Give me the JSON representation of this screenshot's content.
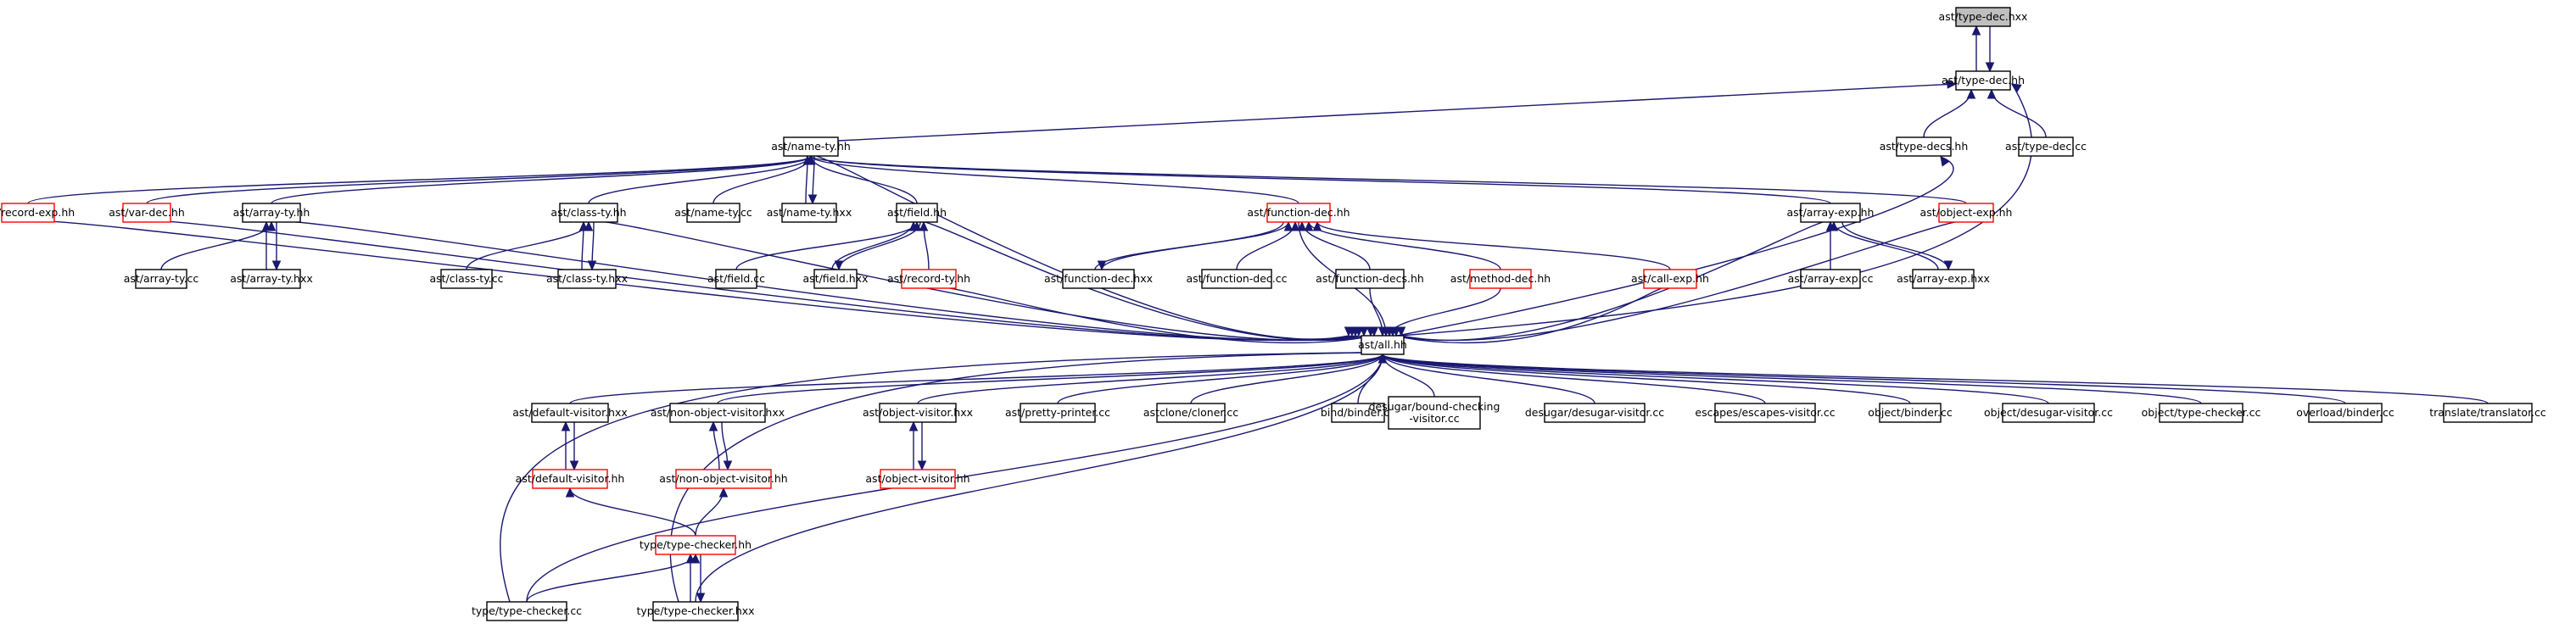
{
  "graph": {
    "colors": {
      "edge": "#191970",
      "current_fill": "#bfbfbf",
      "normal_border": "#000000",
      "incomplete_border": "#ff0000",
      "background": "#ffffff"
    },
    "nodes": [
      {
        "id": "type_dec_hxx",
        "label": [
          "ast/type-dec.hxx"
        ],
        "style": "current"
      },
      {
        "id": "type_dec_hh",
        "label": [
          "ast/type-dec.hh"
        ],
        "style": "plain"
      },
      {
        "id": "type_decs_hh",
        "label": [
          "ast/type-decs.hh"
        ],
        "style": "plain"
      },
      {
        "id": "type_dec_cc",
        "label": [
          "ast/type-dec.cc"
        ],
        "style": "plain"
      },
      {
        "id": "name_ty_hh",
        "label": [
          "ast/name-ty.hh"
        ],
        "style": "plain"
      },
      {
        "id": "record_exp_hh",
        "label": [
          "ast/record-exp.hh"
        ],
        "style": "red"
      },
      {
        "id": "var_dec_hh",
        "label": [
          "ast/var-dec.hh"
        ],
        "style": "red"
      },
      {
        "id": "array_ty_hh",
        "label": [
          "ast/array-ty.hh"
        ],
        "style": "plain"
      },
      {
        "id": "class_ty_hh",
        "label": [
          "ast/class-ty.hh"
        ],
        "style": "plain"
      },
      {
        "id": "name_ty_cc",
        "label": [
          "ast/name-ty.cc"
        ],
        "style": "plain"
      },
      {
        "id": "name_ty_hxx",
        "label": [
          "ast/name-ty.hxx"
        ],
        "style": "plain"
      },
      {
        "id": "field_hh",
        "label": [
          "ast/field.hh"
        ],
        "style": "plain"
      },
      {
        "id": "function_dec_hh",
        "label": [
          "ast/function-dec.hh"
        ],
        "style": "red"
      },
      {
        "id": "array_exp_hh",
        "label": [
          "ast/array-exp.hh"
        ],
        "style": "plain"
      },
      {
        "id": "object_exp_hh",
        "label": [
          "ast/object-exp.hh"
        ],
        "style": "red"
      },
      {
        "id": "array_ty_cc",
        "label": [
          "ast/array-ty.cc"
        ],
        "style": "plain"
      },
      {
        "id": "array_ty_hxx",
        "label": [
          "ast/array-ty.hxx"
        ],
        "style": "plain"
      },
      {
        "id": "class_ty_cc",
        "label": [
          "ast/class-ty.cc"
        ],
        "style": "plain"
      },
      {
        "id": "class_ty_hxx",
        "label": [
          "ast/class-ty.hxx"
        ],
        "style": "plain"
      },
      {
        "id": "field_cc",
        "label": [
          "ast/field.cc"
        ],
        "style": "plain"
      },
      {
        "id": "field_hxx",
        "label": [
          "ast/field.hxx"
        ],
        "style": "plain"
      },
      {
        "id": "record_ty_hh",
        "label": [
          "ast/record-ty.hh"
        ],
        "style": "red"
      },
      {
        "id": "function_dec_hxx",
        "label": [
          "ast/function-dec.hxx"
        ],
        "style": "plain"
      },
      {
        "id": "function_dec_cc",
        "label": [
          "ast/function-dec.cc"
        ],
        "style": "plain"
      },
      {
        "id": "function_decs_hh",
        "label": [
          "ast/function-decs.hh"
        ],
        "style": "plain"
      },
      {
        "id": "method_dec_hh",
        "label": [
          "ast/method-dec.hh"
        ],
        "style": "red"
      },
      {
        "id": "call_exp_hh",
        "label": [
          "ast/call-exp.hh"
        ],
        "style": "red"
      },
      {
        "id": "array_exp_cc",
        "label": [
          "ast/array-exp.cc"
        ],
        "style": "plain"
      },
      {
        "id": "array_exp_hxx",
        "label": [
          "ast/array-exp.hxx"
        ],
        "style": "plain"
      },
      {
        "id": "all_hh",
        "label": [
          "ast/all.hh"
        ],
        "style": "plain"
      },
      {
        "id": "default_visitor_hxx",
        "label": [
          "ast/default-visitor.hxx"
        ],
        "style": "plain"
      },
      {
        "id": "non_object_visitor_hxx",
        "label": [
          "ast/non-object-visitor.hxx"
        ],
        "style": "plain"
      },
      {
        "id": "object_visitor_hxx",
        "label": [
          "ast/object-visitor.hxx"
        ],
        "style": "plain"
      },
      {
        "id": "pretty_printer_cc",
        "label": [
          "ast/pretty-printer.cc"
        ],
        "style": "plain"
      },
      {
        "id": "cloner_cc",
        "label": [
          "astclone/cloner.cc"
        ],
        "style": "plain"
      },
      {
        "id": "binder_cc",
        "label": [
          "bind/binder.cc"
        ],
        "style": "plain"
      },
      {
        "id": "bounds_checking_cc",
        "label": [
          "desugar/bound-checking",
          "-visitor.cc"
        ],
        "style": "plain"
      },
      {
        "id": "desugar_visitor_cc",
        "label": [
          "desugar/desugar-visitor.cc"
        ],
        "style": "plain"
      },
      {
        "id": "escapes_visitor_cc",
        "label": [
          "escapes/escapes-visitor.cc"
        ],
        "style": "plain"
      },
      {
        "id": "object_binder_cc",
        "label": [
          "object/binder.cc"
        ],
        "style": "plain"
      },
      {
        "id": "object_desugar_visitor_cc",
        "label": [
          "object/desugar-visitor.cc"
        ],
        "style": "plain"
      },
      {
        "id": "object_type_checker_cc",
        "label": [
          "object/type-checker.cc"
        ],
        "style": "plain"
      },
      {
        "id": "overload_binder_cc",
        "label": [
          "overload/binder.cc"
        ],
        "style": "plain"
      },
      {
        "id": "translator_cc",
        "label": [
          "translate/translator.cc"
        ],
        "style": "plain"
      },
      {
        "id": "default_visitor_hh",
        "label": [
          "ast/default-visitor.hh"
        ],
        "style": "red"
      },
      {
        "id": "non_object_visitor_hh",
        "label": [
          "ast/non-object-visitor.hh"
        ],
        "style": "red"
      },
      {
        "id": "object_visitor_hh",
        "label": [
          "ast/object-visitor.hh"
        ],
        "style": "red"
      },
      {
        "id": "type_checker_hh",
        "label": [
          "type/type-checker.hh"
        ],
        "style": "red"
      },
      {
        "id": "type_checker_cc",
        "label": [
          "type/type-checker.cc"
        ],
        "style": "plain"
      },
      {
        "id": "type_checker_hxx",
        "label": [
          "type/type-checker.hxx"
        ],
        "style": "plain"
      }
    ]
  }
}
